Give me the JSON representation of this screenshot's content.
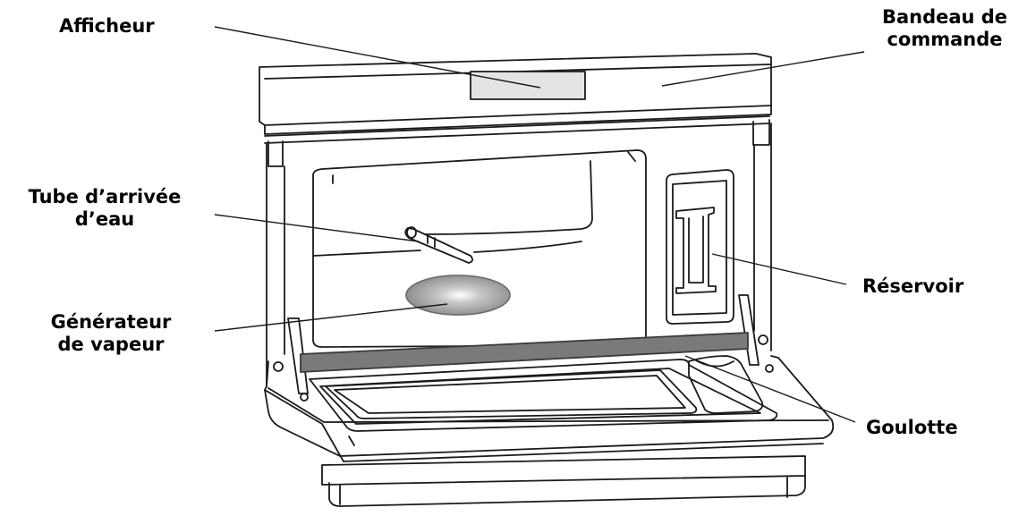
{
  "labels": {
    "afficheur": "Afficheur",
    "bandeau_line1": "Bandeau de",
    "bandeau_line2": "commande",
    "tube_line1": "Tube d’arrivée",
    "tube_line2": "d’eau",
    "reservoir": "Réservoir",
    "generateur_line1": "Générateur",
    "generateur_line2": "de vapeur",
    "goulotte": "Goulotte"
  },
  "colors": {
    "outline": "#1a1a1a",
    "display": "#e4e4e4",
    "seal": "#7a7a7a",
    "generator": "#9a9a9a"
  }
}
